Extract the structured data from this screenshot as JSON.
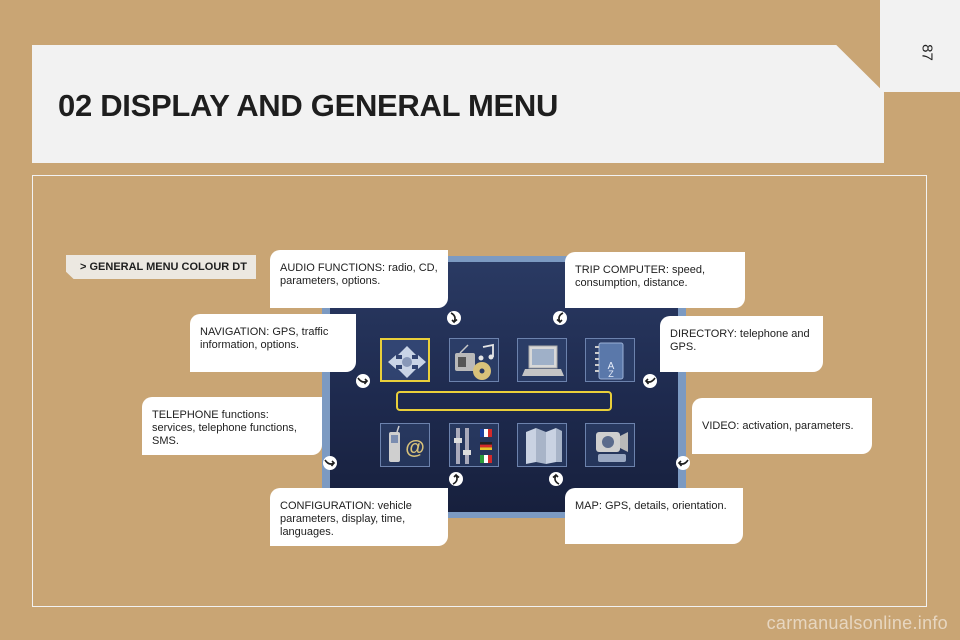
{
  "page": {
    "number": "87"
  },
  "header": {
    "title": "02 DISPLAY AND GENERAL MENU"
  },
  "section": {
    "tag": "> GENERAL MENU COLOUR DT"
  },
  "callouts": {
    "audio": "AUDIO FUNCTIONS: radio, CD, parameters, options.",
    "trip": "TRIP COMPUTER: speed, consumption, distance.",
    "navigation": "NAVIGATION: GPS, traffic information, options.",
    "directory": "DIRECTORY: telephone and GPS.",
    "telephone": "TELEPHONE functions: services, telephone functions, SMS.",
    "video": "VIDEO: activation, parameters.",
    "configuration": "CONFIGURATION: vehicle parameters, display, time, languages.",
    "map": "MAP: GPS, details, orientation."
  },
  "screen": {
    "top_icons": [
      "navigation-icon",
      "audio-icon",
      "trip-computer-icon",
      "directory-icon"
    ],
    "bottom_icons": [
      "telephone-icon",
      "configuration-icon",
      "map-icon",
      "video-icon"
    ],
    "selected": "navigation-icon",
    "directory_letters": "A Z",
    "telephone_symbol": "@"
  },
  "colors": {
    "background": "#c9a574",
    "panel": "#f2f2f2",
    "screen_bezel": "#7c9ac2",
    "screen": "#1e2a4e",
    "highlight": "#e9cf3a"
  },
  "watermark": "carmanualsonline.info"
}
